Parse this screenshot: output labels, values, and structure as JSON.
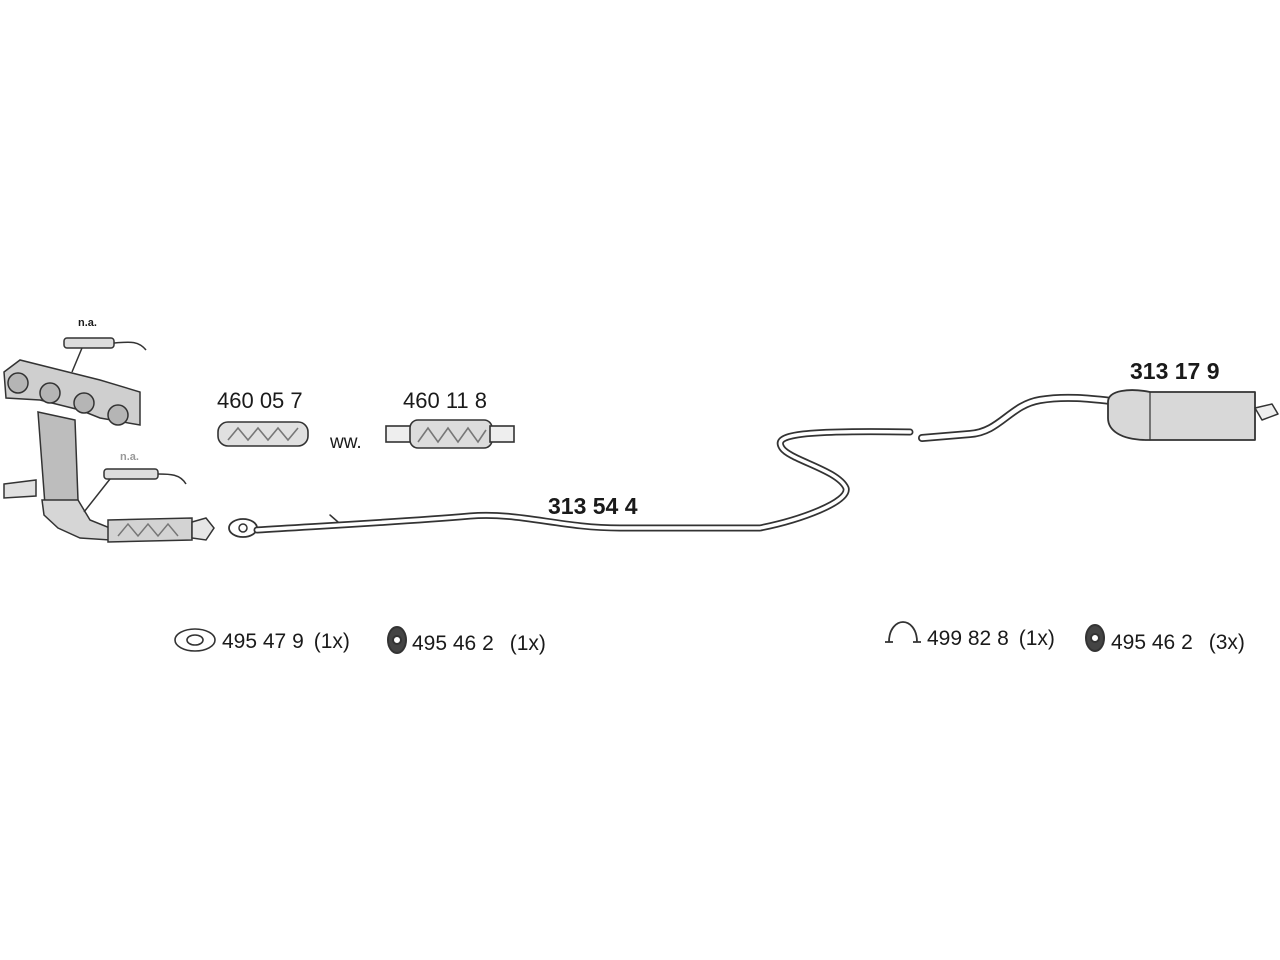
{
  "parts": {
    "flex_pipe_a": "460 05 7",
    "flex_pipe_b": "460 11 8",
    "connector": "ww.",
    "middle_pipe": "313 54 4",
    "rear_silencer": "313 17 9"
  },
  "sensor_labels": [
    "n.a.",
    "n.a."
  ],
  "accessories": [
    {
      "icon": "gasket-ring-icon",
      "code": "495 47 9",
      "qty": "(1x)"
    },
    {
      "icon": "rubber-mount-icon",
      "code": "495 46 2",
      "qty": "(1x)"
    },
    {
      "icon": "clamp-icon",
      "code": "499 82 8",
      "qty": "(1x)"
    },
    {
      "icon": "rubber-mount-icon",
      "code": "495 46 2",
      "qty": "(3x)"
    }
  ],
  "colors": {
    "line": "#333333",
    "fill_light": "#d9d9d9",
    "fill_mid": "#bdbdbd"
  }
}
